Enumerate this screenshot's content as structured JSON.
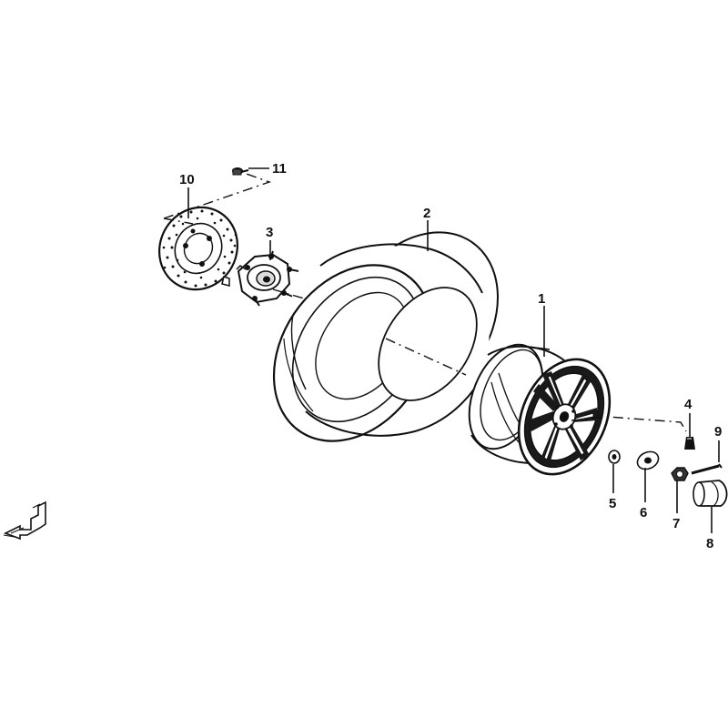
{
  "diagram": {
    "callouts": [
      {
        "id": "1",
        "label": "1"
      },
      {
        "id": "2",
        "label": "2"
      },
      {
        "id": "3",
        "label": "3"
      },
      {
        "id": "4",
        "label": "4"
      },
      {
        "id": "5",
        "label": "5"
      },
      {
        "id": "6",
        "label": "6"
      },
      {
        "id": "7",
        "label": "7"
      },
      {
        "id": "8",
        "label": "8"
      },
      {
        "id": "9",
        "label": "9"
      },
      {
        "id": "10",
        "label": "10"
      },
      {
        "id": "11",
        "label": "11"
      }
    ],
    "parts": [
      "wheel-rim",
      "tire",
      "wheel-hub",
      "valve-stem",
      "spacer",
      "washer",
      "lug-nut",
      "hub-cap",
      "cotter-pin",
      "brake-disc",
      "disc-bolt"
    ],
    "orientation_icon": "front-arrow-icon",
    "ink_color": "#111111"
  }
}
